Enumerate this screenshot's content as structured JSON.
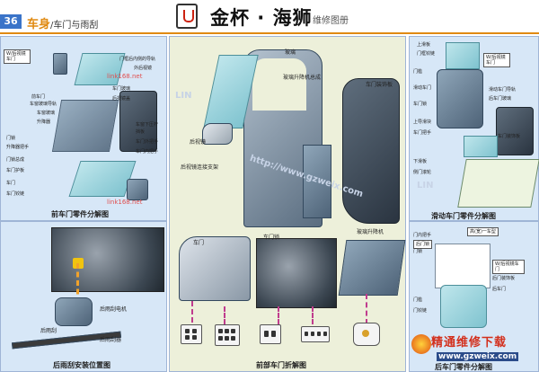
{
  "header": {
    "page_number": "36",
    "section": "车身",
    "subsection": "/车门与雨刮",
    "brand": "金杯 · 海狮",
    "brand_sub": "维修图册"
  },
  "watermarks": {
    "link168": "link168.net",
    "url": "http://www.gzweix.com",
    "lin": "LIN"
  },
  "left_panel": {
    "caption": "前车门零件分解图",
    "box_label": "W/后视镜车门",
    "labels": [
      "门框后内侧的导轨",
      "外后视镜",
      "车门玻璃",
      "前车门",
      "车窗玻璃导轨",
      "后视镜盖",
      "车窗玻璃",
      "升降器",
      "车窗下压杆",
      "挡板",
      "门锁",
      "车门外把手",
      "升降器把手",
      "车门内把手",
      "门锁总成",
      "车门护板",
      "车门",
      "车门铰链"
    ]
  },
  "mid_panel": {
    "caption": "前部车门折解图",
    "labels": [
      "玻璃",
      "玻璃升降机总成",
      "车门装饰板",
      "后视镜",
      "后视镜连接支架",
      "车门",
      "车门锁",
      "玻璃升降机"
    ]
  },
  "right_panel": {
    "caption": "滑动车门零件分解图",
    "box_label": "W/后视镜车门",
    "labels": [
      "上滑板",
      "门框铰链",
      "门槛",
      "滑动车门",
      "滑动车门导轨",
      "后车门玻璃",
      "车门锁",
      "上导滑块",
      "车门把手",
      "车门装饰板",
      "下滑板",
      "侧门滚轮"
    ]
  },
  "bl_panel": {
    "caption": "后雨刮安装位置图",
    "labels": [
      "后雨刮电机",
      "后雨刮",
      "后雨刮器"
    ]
  },
  "br_panel": {
    "caption": "后车门零件分解图",
    "box_labels": [
      "高(宽)一车型",
      "后门锁",
      "W/后视镜车门"
    ],
    "labels": [
      "门内把手",
      "门锁",
      "后门装饰板",
      "后车门",
      "门槛",
      "门铰链"
    ]
  },
  "footer_logo": {
    "text": "精通维修下载",
    "url": "www.gzweix.com"
  }
}
